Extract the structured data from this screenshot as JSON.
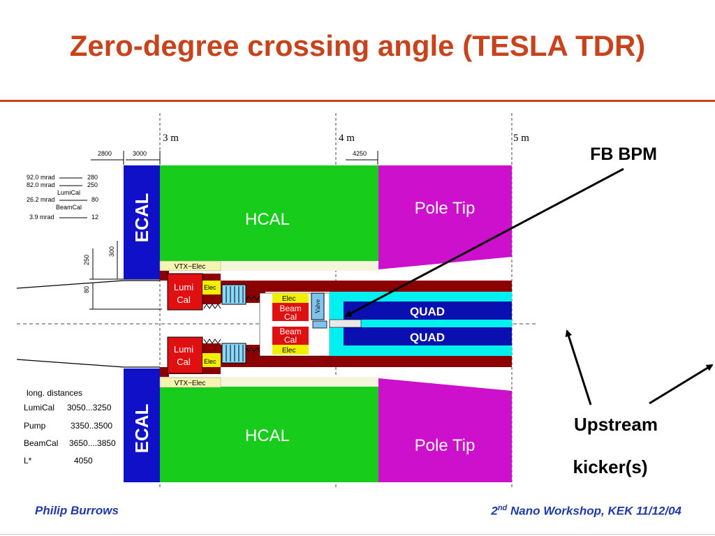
{
  "title": "Zero-degree crossing angle (TESLA TDR)",
  "footer": {
    "author": "Philip Burrows",
    "event_pre": "2",
    "event_sup": "nd",
    "event_post": " Nano Workshop, KEK 11/12/04"
  },
  "scale": {
    "m3": "3 m",
    "m4": "4 m",
    "m5": "5 m"
  },
  "dims": {
    "d2800": "2800",
    "d3000": "3000",
    "d4250": "4250",
    "d250": "250",
    "d300": "300",
    "d80": "80"
  },
  "angles": [
    {
      "left": "92.0 mrad",
      "right": "280"
    },
    {
      "left": "82.0 mrad",
      "right": "250"
    },
    {
      "label": "LumiCal"
    },
    {
      "left": "26.2 mrad",
      "right": "80"
    },
    {
      "label": "BeamCal"
    },
    {
      "left": "3.9 mrad",
      "right": "12"
    }
  ],
  "components": {
    "ecal": "ECAL",
    "hcal": "HCAL",
    "pole_tip": "Pole Tip",
    "vtx_elec": "VTX−Elec",
    "lumi": "Lumi",
    "cal": "Cal",
    "elec": "Elec",
    "beam": "Beam",
    "valve": "Valve",
    "quad": "QUAD"
  },
  "distances": {
    "heading": "long. distances",
    "rows": [
      {
        "name": "LumiCal",
        "value": "3050...3250"
      },
      {
        "name": "Pump",
        "value": "3350..3500"
      },
      {
        "name": "BeamCal",
        "value": "3650....3850"
      },
      {
        "name": "L*",
        "value": "4050"
      }
    ]
  },
  "annotations": {
    "fb_bpm": "FB BPM",
    "upstream": "Upstream",
    "kickers": "kicker(s)"
  },
  "colors": {
    "title": "#c8421c",
    "ecal": "#1010c8",
    "hcal": "#18cc1c",
    "pole_tip": "#cc10cc",
    "beampipe": "#8b0000",
    "lumical": "#e01010",
    "elec": "#f0f000",
    "quad": "#0a10b0",
    "cyan": "#00f0f0",
    "footer": "#1f3aa8"
  }
}
